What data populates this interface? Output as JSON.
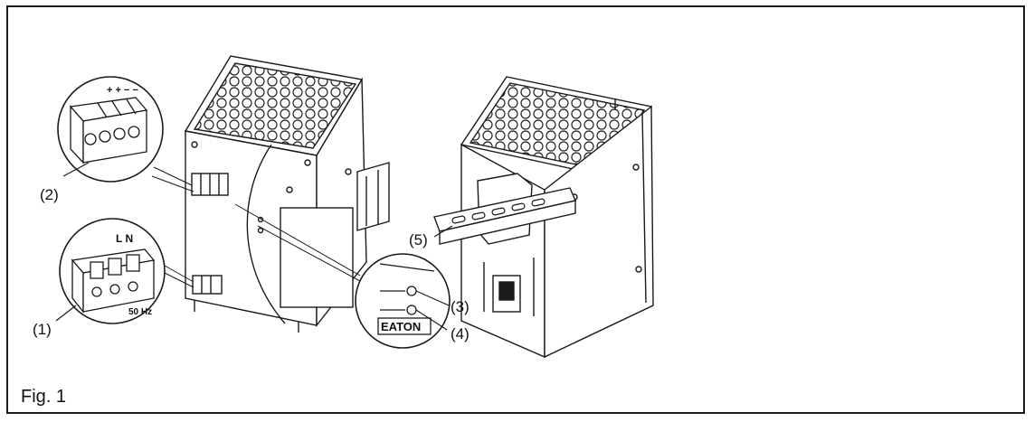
{
  "figure": {
    "caption": "Fig. 1"
  },
  "callouts": {
    "c1": "(1)",
    "c2": "(2)",
    "c3": "(3)",
    "c4": "(4)",
    "c5": "(5)"
  },
  "zoom_labels": {
    "dc_polarity": "+ + − −",
    "ac_terminals": "L   N",
    "ac_freq": "50 Hz",
    "brand": "EATON"
  }
}
